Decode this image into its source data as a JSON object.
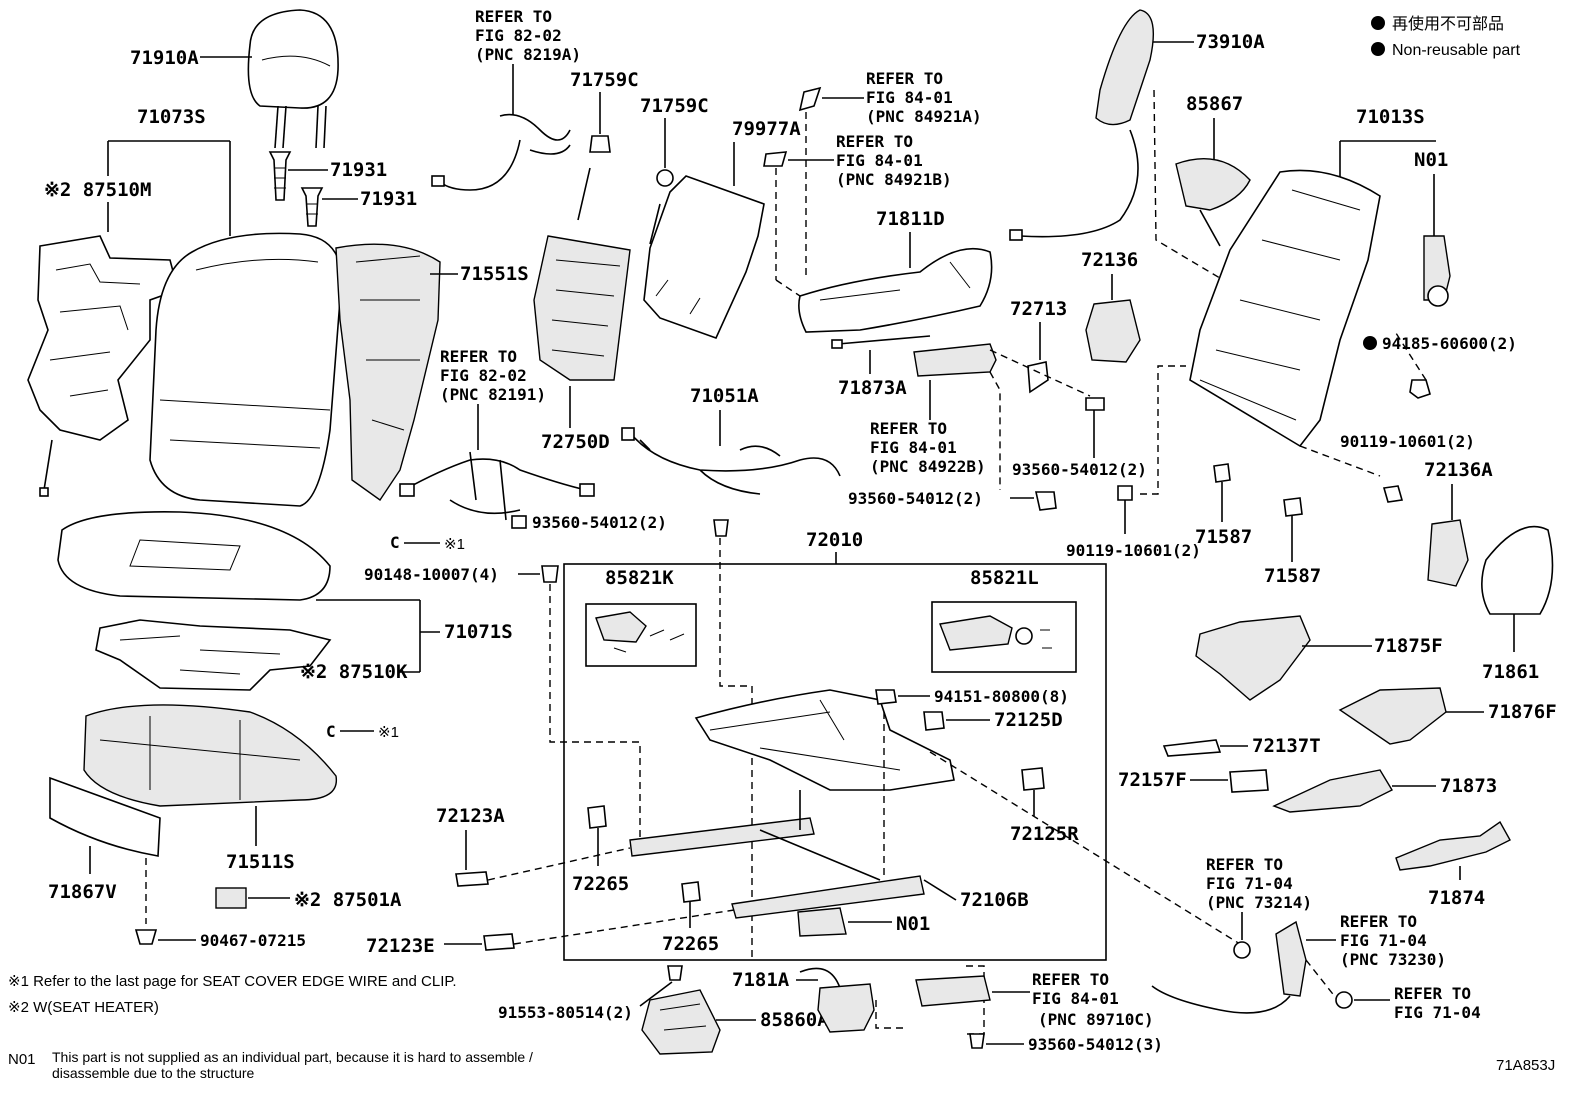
{
  "legend": {
    "jp": "再使用不可部品",
    "en": "Non-reusable part"
  },
  "parts": {
    "p71910A": "71910A",
    "p71073S": "71073S",
    "p87510M": "※2 87510M",
    "p71931a": "71931",
    "p71931b": "71931",
    "p71551S": "71551S",
    "ref8202a": [
      "REFER TO",
      "FIG 82-02",
      "(PNC 8219A)"
    ],
    "p71759Ca": "71759C",
    "p71759Cb": "71759C",
    "p79977A": "79977A",
    "ref8401a": [
      "REFER TO",
      "FIG 84-01",
      "(PNC 84921A)"
    ],
    "ref8401b": [
      "REFER TO",
      "FIG 84-01",
      "(PNC 84921B)"
    ],
    "p71811D": "71811D",
    "p73910A": "73910A",
    "p85867": "85867",
    "p71013S": "71013S",
    "pN01a": "N01",
    "p72136": "72136",
    "p72713": "72713",
    "p94185": "94185-60600(2)",
    "p71873A": "71873A",
    "ref8202b": [
      "REFER TO",
      "FIG 82-02",
      "(PNC 82191)"
    ],
    "p71051A": "71051A",
    "p72750D": "72750D",
    "ref8401c": [
      "REFER TO",
      "FIG 84-01",
      "(PNC 84922B)"
    ],
    "p93560a": "93560-54012(2)",
    "p93560b": "93560-54012(2)",
    "p90119a": "90119-10601(2)",
    "p72136A": "72136A",
    "p93560c": "93560-54012(2)",
    "p72010": "72010",
    "p90119b": "90119-10601(2)",
    "p71587a": "71587",
    "p71587b": "71587",
    "cClip1": "※1",
    "p90148": "90148-10007(4)",
    "p85821K": "85821K",
    "p85821L": "85821L",
    "p71861": "71861",
    "p71071S": "71071S",
    "p87510K": "※2 87510K",
    "p71875F": "71875F",
    "p94151": "94151-80800(8)",
    "p72125D": "72125D",
    "p71876F": "71876F",
    "cClip2": "※1",
    "p72137T": "72137T",
    "p72157F": "72157F",
    "p71873": "71873",
    "p72123A": "72123A",
    "p72125R": "72125R",
    "p71511S": "71511S",
    "p72265a": "72265",
    "ref7104a": [
      "REFER TO",
      "FIG 71-04",
      "(PNC 73214)"
    ],
    "p71867V": "71867V",
    "p87501A": "※2 87501A",
    "p72106B": "72106B",
    "p71874": "71874",
    "pN01b": "N01",
    "ref7104b": [
      "REFER TO",
      "FIG 71-04",
      "(PNC 73230)"
    ],
    "p90467": "90467-07215",
    "p72123E": "72123E",
    "p72265b": "72265",
    "p7181A": "7181A",
    "ref8401d": [
      "REFER TO",
      "FIG 84-01",
      "(PNC 89710C)"
    ],
    "ref7104c": [
      "REFER TO",
      "FIG 71-04"
    ],
    "p91553": "91553-80514(2)",
    "p85860A": "85860A",
    "p93560d": "93560-54012(3)"
  },
  "notes": {
    "n1": "※1 Refer to the last page for SEAT COVER EDGE WIRE and CLIP.",
    "n2": "※2 W(SEAT HEATER)",
    "n01_label": "N01",
    "n01_line1": "This part is not supplied as an individual part, because it is hard to assemble /",
    "n01_line2": "disassemble due to the structure"
  },
  "figure_id": "71A853J"
}
